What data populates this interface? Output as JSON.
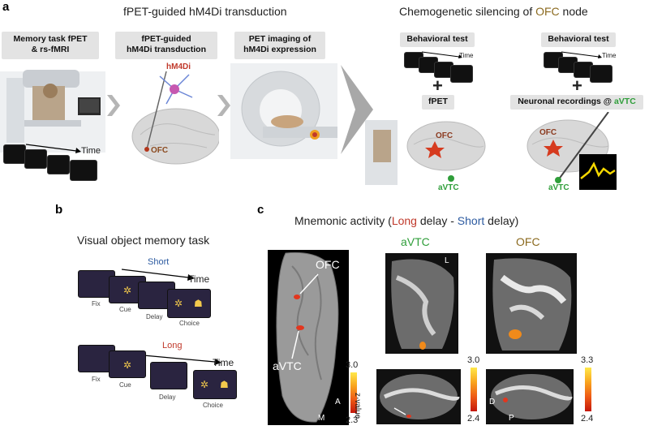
{
  "panel_a": {
    "letter": "a",
    "left_heading": "fPET-guided hM4Di transduction",
    "right_heading_parts": [
      "Chemogenetic silencing of ",
      "OFC",
      " node"
    ],
    "steps": [
      {
        "line1": "Memory task fPET",
        "line2": "& rs-fMRI"
      },
      {
        "line1": "fPET-guided",
        "line2": "hM4Di transduction"
      },
      {
        "line1": "PET imaging of",
        "line2": "hM4Di expression"
      }
    ],
    "behavioral_test_1": "Behavioral test",
    "behavioral_test_2": "Behavioral test",
    "plus_sign": "+",
    "fpet_label": "fPET",
    "neuronal_recordings": "Neuronal recordings @ ",
    "neuronal_recordings_region": "aVTC",
    "time_label": "Time",
    "hm4di_label": "hM4Di",
    "ofc_label": "OFC",
    "avtc_label": "aVTC"
  },
  "panel_b": {
    "letter": "b",
    "title": "Visual object memory task",
    "short_label": "Short",
    "long_label": "Long",
    "time_label": "Time",
    "phase_labels": [
      "Fix",
      "Cue",
      "Delay",
      "Choice"
    ]
  },
  "panel_c": {
    "letter": "c",
    "title_parts": [
      "Mnemonic activity (",
      "Long",
      " delay - ",
      "Short",
      " delay)"
    ],
    "avtc_heading": "aVTC",
    "ofc_heading": "OFC",
    "ofc_arrow_label": "OFC",
    "avtc_arrow_label": "aVTC",
    "colorbar_title": "z-value",
    "colorbars": [
      {
        "max": "3.0",
        "min": "2.3"
      },
      {
        "max": "3.0",
        "min": "2.4"
      },
      {
        "max": "3.3",
        "min": "2.4"
      }
    ],
    "coronal_side_label": "L",
    "orient_surface": {
      "up": "A",
      "side": "M"
    },
    "orient_sagittal": {
      "up": "D",
      "side": "P"
    }
  },
  "colors": {
    "ofc_brown": "#8b6a1f",
    "avtc_green": "#2f9e3a",
    "long_red": "#c0392b",
    "short_blue": "#2c5aa0",
    "screen_purple": "#2a2440"
  }
}
